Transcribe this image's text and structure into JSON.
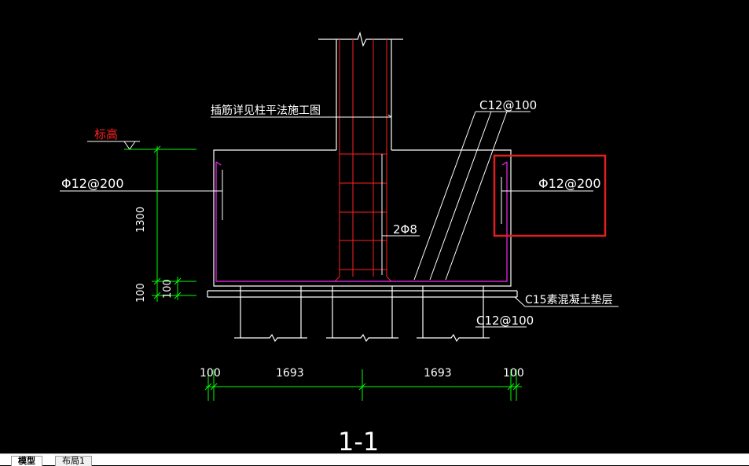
{
  "drawing": {
    "callout_rebar_top": "C12@100",
    "note_dowel": "插筋详见柱平法施工图",
    "elevation_label": "标高",
    "rebar_left": "Φ12@200",
    "rebar_right": "Φ12@200",
    "stirrup_label": "2Φ8",
    "cushion_label": "C15素混凝土垫层",
    "callout_rebar_bottom": "C12@100",
    "dim_height_main": "1300",
    "dim_height_small": "100",
    "dim_height_small2": "100",
    "dim_bottom": [
      "100",
      "1693",
      "1693",
      "100"
    ],
    "section_title": "1-1"
  },
  "colors": {
    "background": "#000000",
    "line_white": "#ffffff",
    "rebar_red": "#ff2020",
    "rebar_magenta": "#d020d0",
    "dim_green": "#00ff00",
    "highlight_box": "#e02020"
  },
  "tabs": [
    {
      "label": "模型",
      "active": true
    },
    {
      "label": "布局1",
      "active": false
    }
  ]
}
